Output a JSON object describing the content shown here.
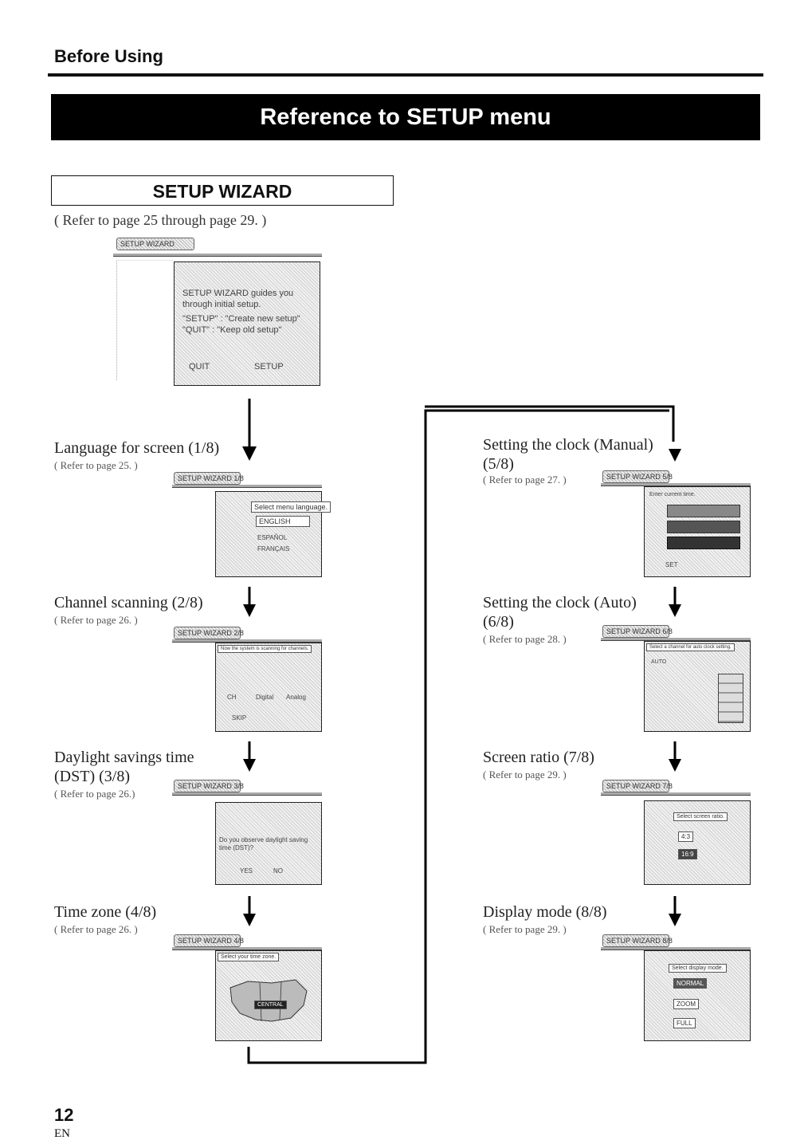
{
  "header": {
    "section": "Before Using",
    "banner": "Reference to SETUP menu"
  },
  "wizard": {
    "title": "SETUP WIZARD",
    "ref": "( Refer to page 25 through page 29. )"
  },
  "intro_screen": {
    "tab": "SETUP WIZARD",
    "lines": [
      "SETUP WIZARD guides you",
      "through initial setup.",
      "\"SETUP\"  : \"Create new setup\"",
      "\"QUIT\"    : \"Keep old setup\""
    ],
    "quit": "QUIT",
    "setup": "SETUP"
  },
  "steps": [
    {
      "label": "Language for screen (1/8)",
      "ref": "( Refer to page 25. )",
      "tab": "SETUP WIZARD 1/8",
      "prompt": "Select menu language.",
      "options": [
        "ENGLISH",
        "ESPAÑOL",
        "FRANÇAIS"
      ]
    },
    {
      "label": "Channel scanning (2/8)",
      "ref": "( Refer to page 26. )",
      "tab": "SETUP WIZARD 2/8",
      "prompt": "Now the system is scanning for channels.",
      "options": [
        "CH",
        "Digital",
        "Analog"
      ],
      "button": "SKIP"
    },
    {
      "label": "Daylight savings time (DST) (3/8)",
      "ref": "( Refer to page 26.)",
      "tab": "SETUP WIZARD 3/8",
      "prompt": "Do you observe daylight saving time (DST)?",
      "options": [
        "YES",
        "NO"
      ]
    },
    {
      "label": "Time zone (4/8)",
      "ref": "( Refer to page 26. )",
      "tab": "SETUP WIZARD 4/8",
      "prompt": "Select your time zone.",
      "options": [
        "CENTRAL"
      ]
    },
    {
      "label": "Setting the clock (Manual) (5/8)",
      "ref": "( Refer to page 27. )",
      "tab": "SETUP WIZARD 5/8",
      "prompt": "Enter current time.",
      "options": [
        "SET"
      ]
    },
    {
      "label": "Setting the clock (Auto) (6/8)",
      "ref": "( Refer to page 28. )",
      "tab": "SETUP WIZARD 6/8",
      "prompt": "Select a channel for auto clock setting.",
      "options": [
        "AUTO"
      ]
    },
    {
      "label": "Screen ratio (7/8)",
      "ref": "( Refer to page 29. )",
      "tab": "SETUP WIZARD 7/8",
      "prompt": "Select screen ratio.",
      "options": [
        "4:3",
        "16:9"
      ]
    },
    {
      "label": "Display mode (8/8)",
      "ref": "( Refer to page 29. )",
      "tab": "SETUP WIZARD 8/8",
      "prompt": "Select display mode.",
      "options": [
        "NORMAL",
        "ZOOM",
        "FULL"
      ]
    }
  ],
  "footer": {
    "page": "12",
    "lang": "EN"
  }
}
